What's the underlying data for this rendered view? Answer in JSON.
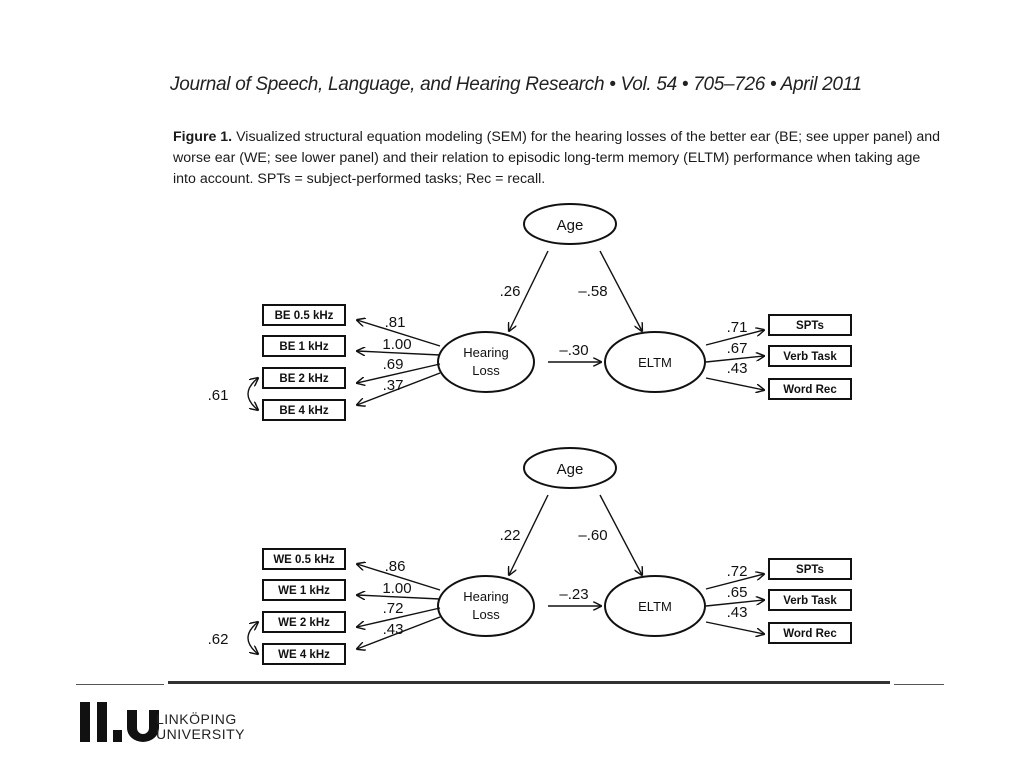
{
  "header": {
    "journal_line": "Journal of Speech, Language, and Hearing Research • Vol. 54 • 705–726 • April 2011"
  },
  "caption": {
    "label": "Figure 1.",
    "text": " Visualized structural equation modeling (SEM) for the hearing losses of the better ear (BE; see upper panel) and worse ear (WE; see lower panel) and their relation to episodic long-term memory (ELTM) performance when taking age into account. SPTs = subject-performed tasks; Rec = recall."
  },
  "panels": [
    {
      "age": "Age",
      "hearing_loss": [
        "Hearing",
        "Loss"
      ],
      "eltm": "ELTM",
      "age_to_hl": ".26",
      "age_to_eltm": "–.58",
      "hl_to_eltm": "–.30",
      "indicators": [
        "BE 0.5 kHz",
        "BE 1 kHz",
        "BE 2 kHz",
        "BE 4 kHz"
      ],
      "loadings": [
        ".81",
        "1.00",
        ".69",
        ".37"
      ],
      "correlation": ".61",
      "outcomes": [
        "SPTs",
        "Verb Task",
        "Word Rec"
      ],
      "outcome_loadings": [
        ".71",
        ".67",
        ".43"
      ]
    },
    {
      "age": "Age",
      "hearing_loss": [
        "Hearing",
        "Loss"
      ],
      "eltm": "ELTM",
      "age_to_hl": ".22",
      "age_to_eltm": "–.60",
      "hl_to_eltm": "–.23",
      "indicators": [
        "WE 0.5 kHz",
        "WE 1 kHz",
        "WE 2 kHz",
        "WE 4 kHz"
      ],
      "loadings": [
        ".86",
        "1.00",
        ".72",
        ".43"
      ],
      "correlation": ".62",
      "outcomes": [
        "SPTs",
        "Verb Task",
        "Word Rec"
      ],
      "outcome_loadings": [
        ".72",
        ".65",
        ".43"
      ]
    }
  ],
  "footer": {
    "logo_line1": "LINKÖPING",
    "logo_line2": "UNIVERSITY",
    "logo_mark": "li.u"
  }
}
